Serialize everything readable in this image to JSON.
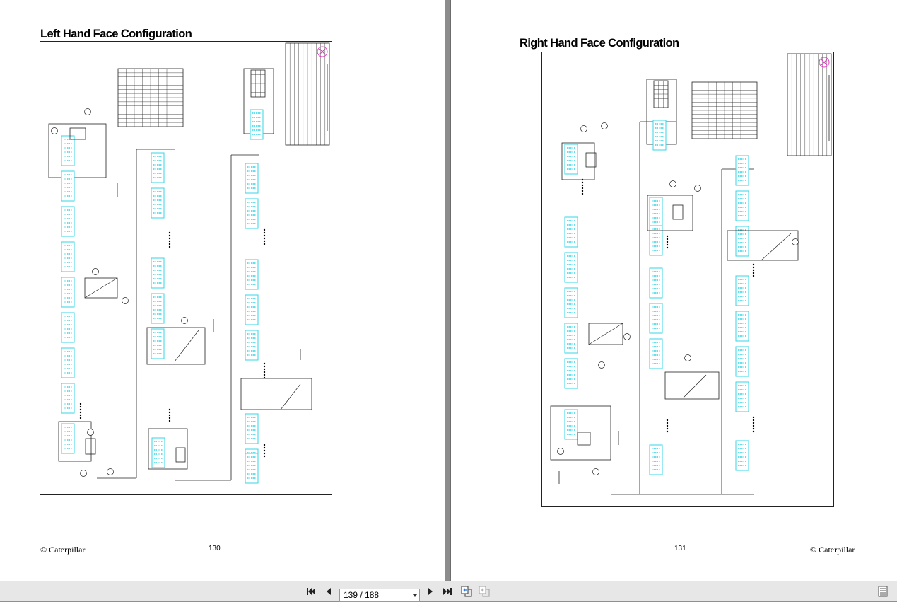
{
  "viewer": {
    "page_indicator": "139 / 188",
    "icons": [
      "first-page-icon",
      "previous-page-icon",
      "next-page-icon",
      "last-page-icon",
      "go-back-icon",
      "go-forward-icon",
      "menu-icon"
    ]
  },
  "left_page": {
    "heading": "Left Hand Face Configuration",
    "copyright": "© Caterpillar",
    "page_number": "130"
  },
  "right_page": {
    "heading": "Right Hand Face Configuration",
    "copyright": "© Caterpillar",
    "page_number": "131"
  },
  "colors": {
    "module_cyan": "#33d6e6",
    "stamp_magenta": "#e040c0",
    "line": "#222222"
  }
}
